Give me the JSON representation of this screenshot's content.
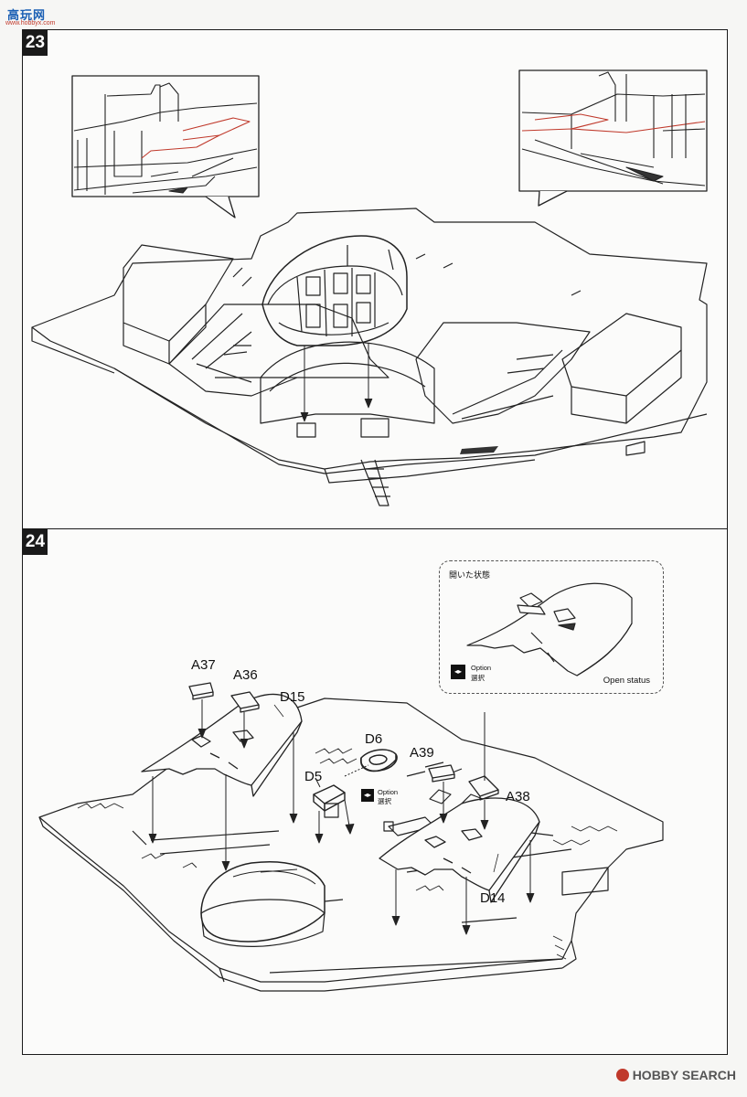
{
  "watermark": {
    "site": "高玩网",
    "url": "www.hobbyx.com",
    "footer": "HOBBY SEARCH"
  },
  "steps": [
    {
      "number": "23"
    },
    {
      "number": "24"
    }
  ],
  "step24": {
    "parts": {
      "a37": "A37",
      "a36": "A36",
      "d15": "D15",
      "d6": "D6",
      "d5": "D5",
      "a39": "A39",
      "a38": "A38",
      "d14": "D14"
    },
    "option_inline": {
      "label_en": "Option",
      "label_jp": "選択"
    },
    "option_box": {
      "title_jp": "開いた状態",
      "label_en": "Option",
      "label_jp": "選択",
      "caption": "Open status"
    }
  }
}
